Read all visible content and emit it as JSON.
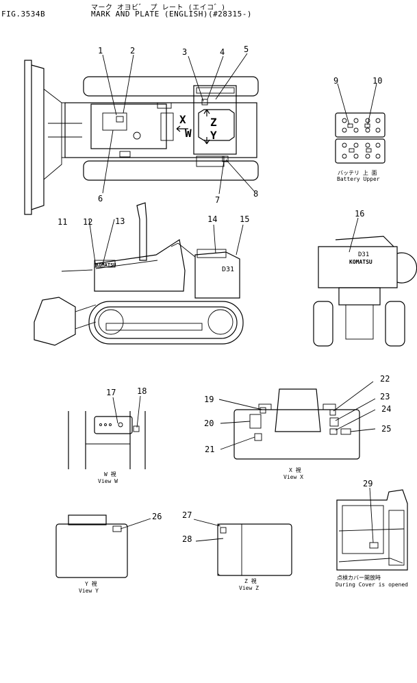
{
  "header": {
    "fig_number": "FIG.3534B",
    "title_jp": "マーク オヨビ゛ プ レート (エイコ゛)",
    "title_en": "MARK AND PLATE (ENGLISH)(#28315-)"
  },
  "top_view": {
    "view_arrows": [
      "X",
      "W",
      "Z",
      "Y"
    ],
    "callouts": [
      "1",
      "2",
      "3",
      "4",
      "5",
      "6",
      "7",
      "8"
    ]
  },
  "battery_view": {
    "callouts": [
      "9",
      "10"
    ],
    "caption_jp": "バッテリ 上 面",
    "caption_en": "Battery Upper"
  },
  "side_view": {
    "callouts": [
      "11",
      "12",
      "13",
      "14",
      "15"
    ],
    "hood_brand": "KOMATSU",
    "model_mark": "D31"
  },
  "rear_view": {
    "callouts": [
      "16"
    ],
    "model_mark": "D31",
    "brand_mark": "KOMATSU"
  },
  "view_w": {
    "callouts": [
      "17",
      "18"
    ],
    "caption_jp": "W 視",
    "caption_en": "View  W"
  },
  "view_x": {
    "callouts": [
      "19",
      "20",
      "21",
      "22",
      "23",
      "24",
      "25"
    ],
    "caption_jp": "X 視",
    "caption_en": "View  X"
  },
  "view_y": {
    "callouts": [
      "26"
    ],
    "caption_jp": "Y 視",
    "caption_en": "View  Y"
  },
  "view_z": {
    "callouts": [
      "27",
      "28"
    ],
    "caption_jp": "Z 視",
    "caption_en": "View  Z"
  },
  "cover_view": {
    "callouts": [
      "29"
    ],
    "caption_jp": "点検カバー開放時",
    "caption_en": "During Cover is opened"
  }
}
